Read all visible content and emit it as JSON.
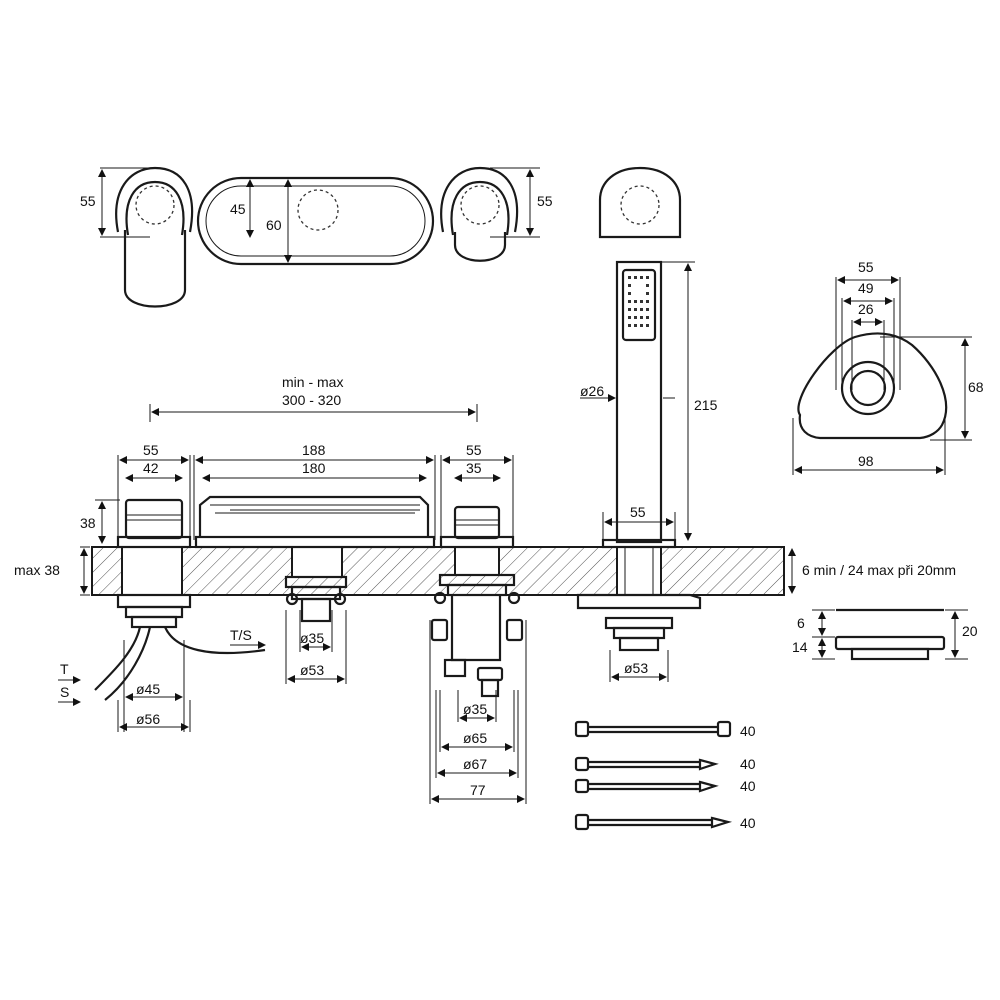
{
  "labels": {
    "top_lever_left_h": "55",
    "top_spout_h45": "45",
    "top_spout_h60": "60",
    "top_lever_right_h": "55",
    "min_max": "min - max",
    "min_max_range": "300 - 320",
    "w55_left": "55",
    "w42_left": "42",
    "w188": "188",
    "w180": "180",
    "w55_mid": "55",
    "w35_mid": "35",
    "h38": "38",
    "max38": "max 38",
    "deck_thickness": "6 min / 24 max při 20mm",
    "shower_d26": "ø26",
    "shower_h215": "215",
    "shower_w55": "55",
    "base_w55": "55",
    "base_w49": "49",
    "base_w26": "26",
    "base_h68": "68",
    "base_w98": "98",
    "ts": "T/S",
    "t": "T",
    "s": "S",
    "d45": "ø45",
    "d56": "ø56",
    "d35_spout": "ø35",
    "d53_spout": "ø53",
    "d35_div": "ø35",
    "d65": "ø65",
    "d67": "ø67",
    "w77": "77",
    "d53_shower": "ø53",
    "plate_h6": "6",
    "plate_h14": "14",
    "plate_h20": "20",
    "hose_1": "40",
    "hose_2": "40",
    "hose_3": "40",
    "hose_4": "40"
  }
}
